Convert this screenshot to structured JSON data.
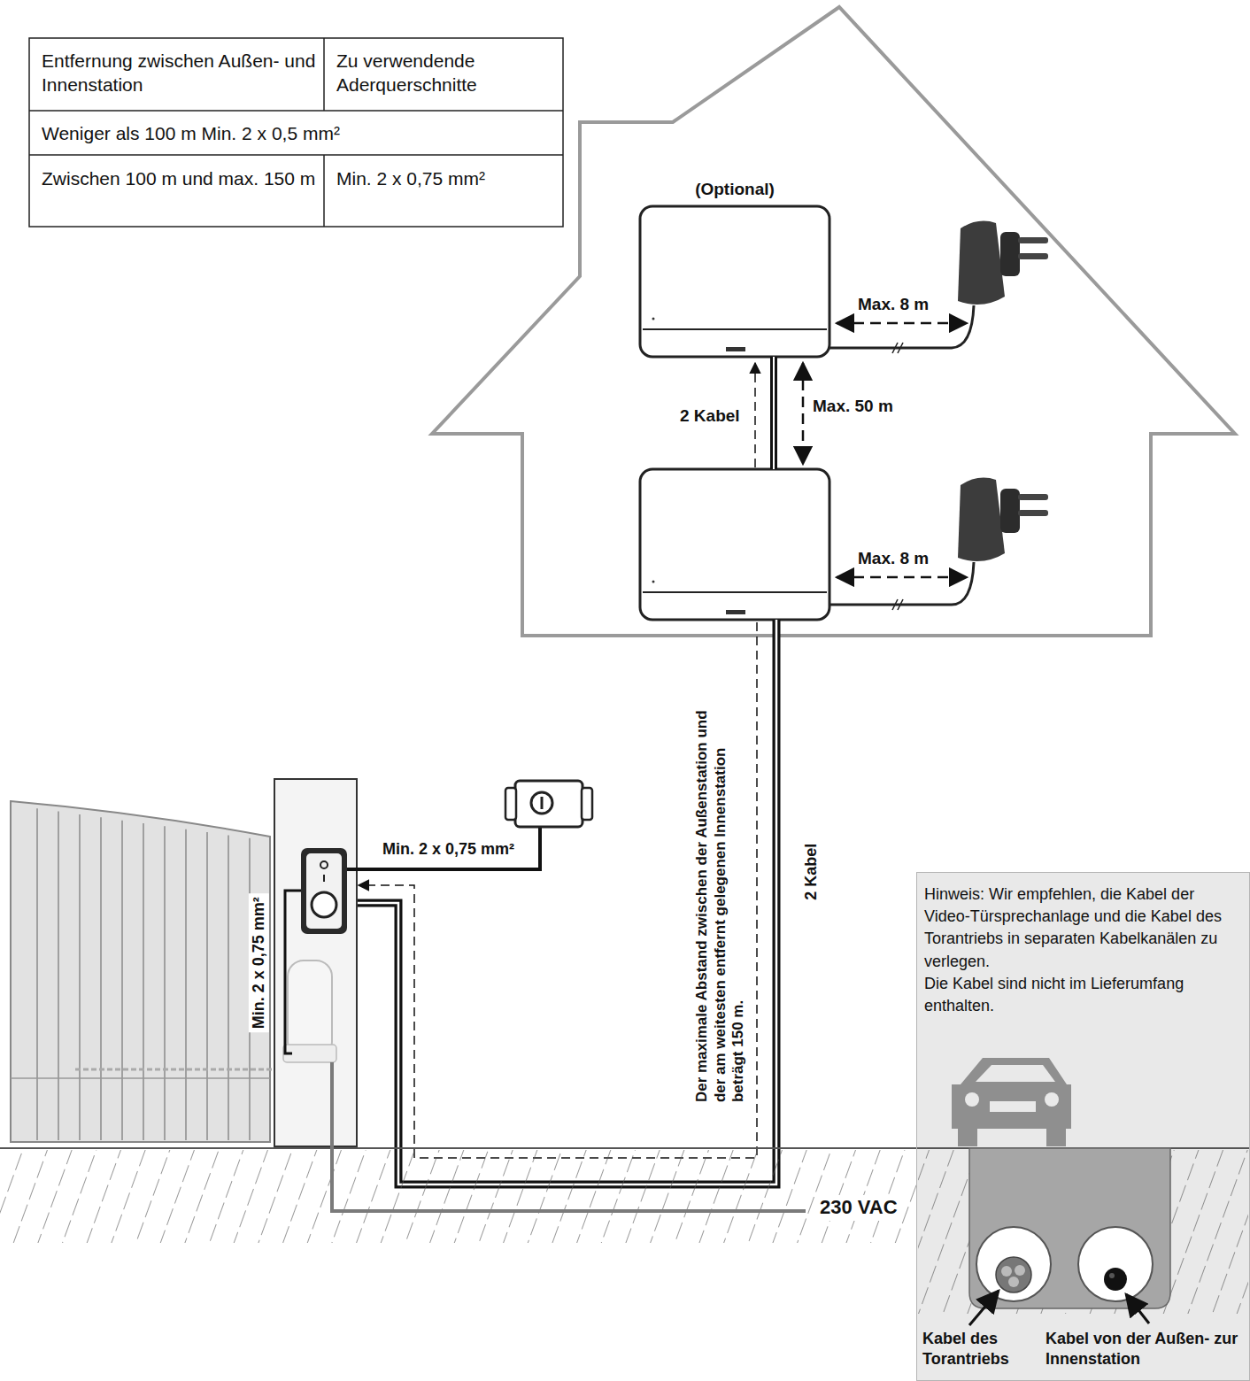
{
  "diagram": {
    "nodes": [
      {
        "text": [
          "(Optional)"
        ]
      },
      {
        "text": [
          "Hinweis: Wir empfehlen, die Kabel der Video-Türsprechanlage und die Kabel des Torantriebs in separaten Kabelkanälen zu verlegen.",
          "Die Kabel sind nicht im Lieferumfang enthalten.",
          "Kabel des Torantriebs",
          "Kabel von der Außen- zur Innenstation"
        ]
      }
    ],
    "labels": [
      "Entfernung zwischen Außen- und Innenstation",
      "Zu verwendende Aderquerschnitte",
      "Weniger als 100 m Min. 2 x 0,5 mm²",
      "Zwischen 100 m und max. 150 m",
      "Min. 2 x 0,75 mm²",
      "Max. 8 m",
      "2 Kabel",
      "Max. 50 m",
      "Max. 8 m",
      "Min. 2 x 0,75 mm²",
      "Min. 2 x 0,75 mm²",
      "Der maximale Abstand zwischen der Außenstation und der am weitesten entfernt gelegenen Innenstation beträgt 150 m.",
      "2 Kabel",
      "230 VAC"
    ]
  }
}
